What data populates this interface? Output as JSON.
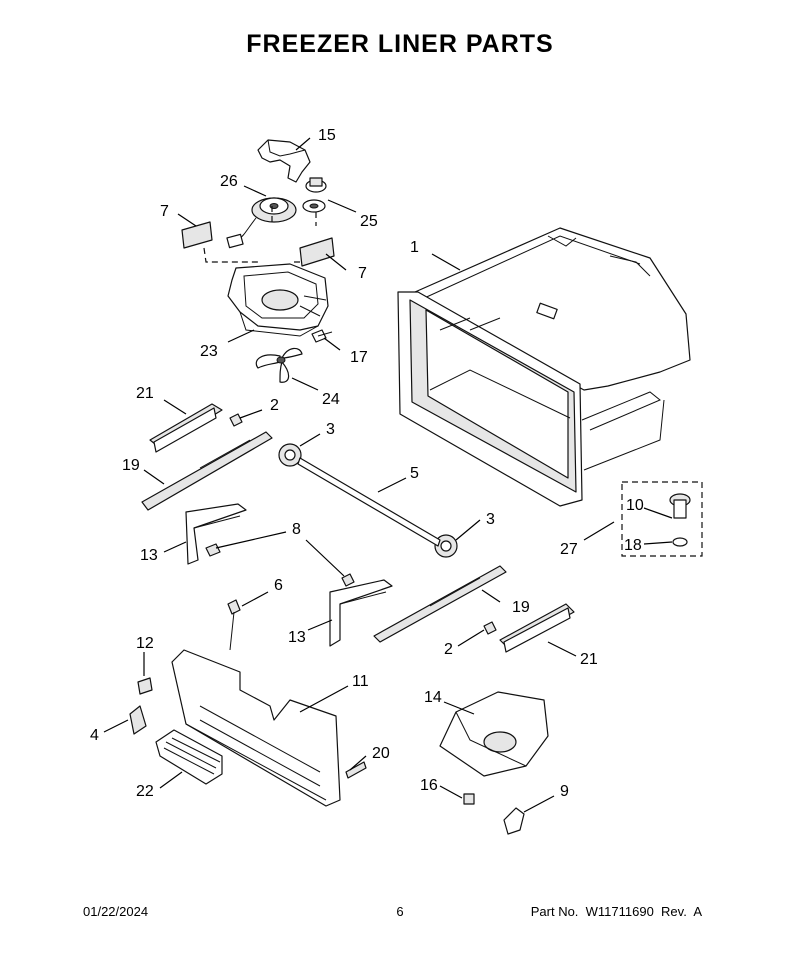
{
  "title": "FREEZER LINER PARTS",
  "callouts": [
    {
      "id": "c15a",
      "label": "15"
    },
    {
      "id": "c26",
      "label": "26"
    },
    {
      "id": "c7a",
      "label": "7"
    },
    {
      "id": "c25",
      "label": "25"
    },
    {
      "id": "c7b",
      "label": "7"
    },
    {
      "id": "c1",
      "label": "1"
    },
    {
      "id": "c23",
      "label": "23"
    },
    {
      "id": "c17",
      "label": "17"
    },
    {
      "id": "c24",
      "label": "24"
    },
    {
      "id": "c21a",
      "label": "21"
    },
    {
      "id": "c2a",
      "label": "2"
    },
    {
      "id": "c3a",
      "label": "3"
    },
    {
      "id": "c19a",
      "label": "19"
    },
    {
      "id": "c5",
      "label": "5"
    },
    {
      "id": "c10",
      "label": "10"
    },
    {
      "id": "c8",
      "label": "8"
    },
    {
      "id": "c3b",
      "label": "3"
    },
    {
      "id": "c27",
      "label": "27"
    },
    {
      "id": "c18",
      "label": "18"
    },
    {
      "id": "c13a",
      "label": "13"
    },
    {
      "id": "c6",
      "label": "6"
    },
    {
      "id": "c19b",
      "label": "19"
    },
    {
      "id": "c13b",
      "label": "13"
    },
    {
      "id": "c12",
      "label": "12"
    },
    {
      "id": "c2b",
      "label": "2"
    },
    {
      "id": "c21b",
      "label": "21"
    },
    {
      "id": "c11",
      "label": "11"
    },
    {
      "id": "c14",
      "label": "14"
    },
    {
      "id": "c4",
      "label": "4"
    },
    {
      "id": "c20",
      "label": "20"
    },
    {
      "id": "c22",
      "label": "22"
    },
    {
      "id": "c16",
      "label": "16"
    },
    {
      "id": "c9",
      "label": "9"
    }
  ],
  "footer": {
    "date": "01/22/2024",
    "page": "6",
    "part_number": "Part No.  W11711690  Rev.  A"
  }
}
